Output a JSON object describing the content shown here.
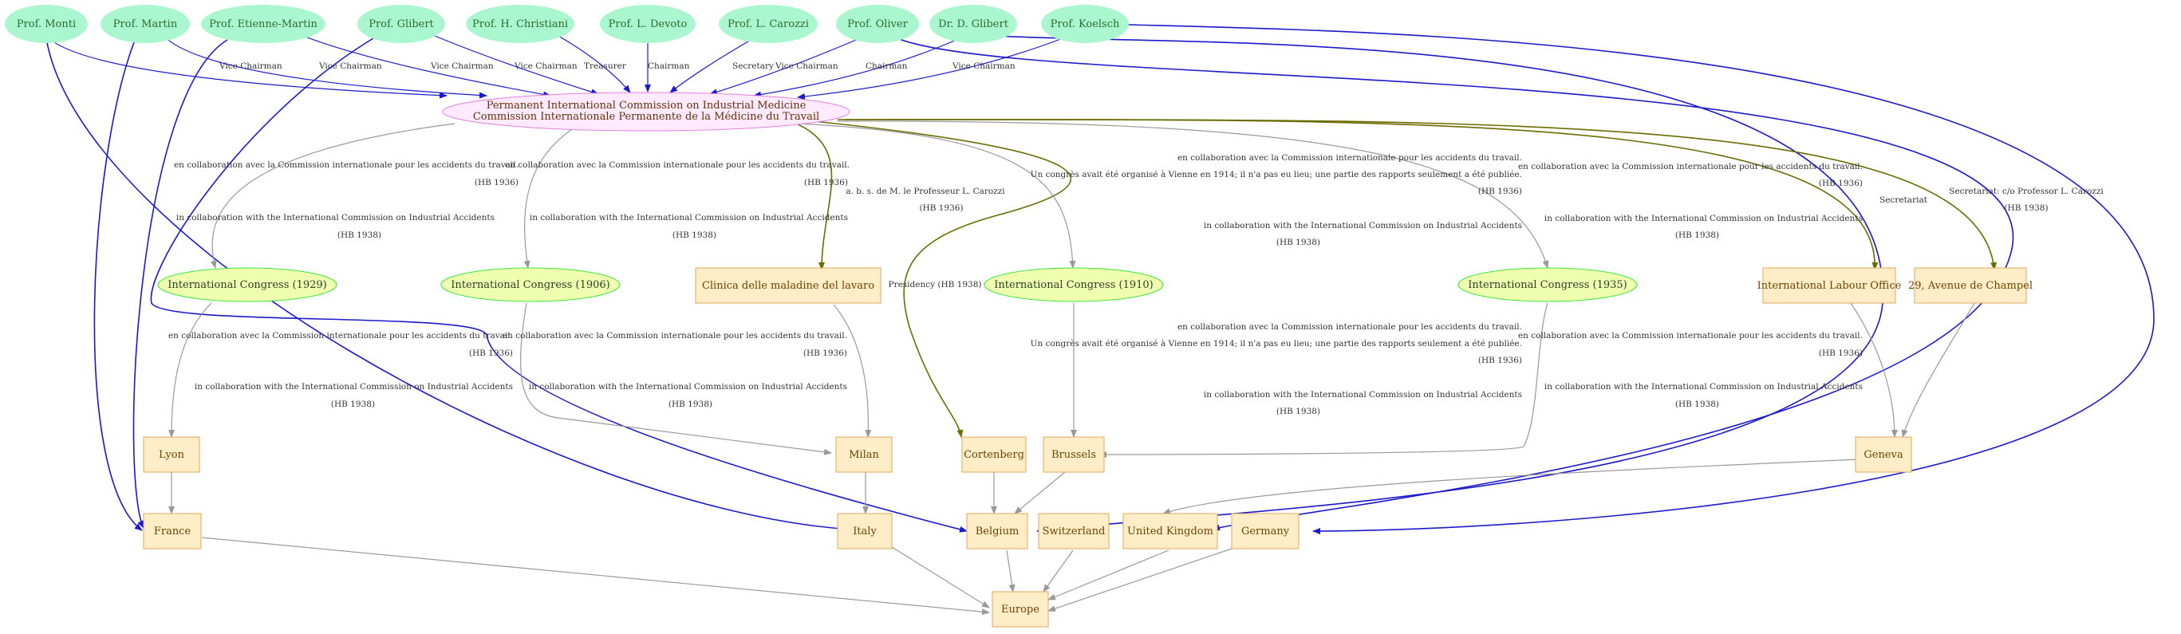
{
  "colors": {
    "person_fill": "#aaf7cf",
    "place_fill": "#ffedc8",
    "place_stroke": "#e0a85a",
    "event_fill": "#efffb0",
    "event_stroke": "#3ce63c",
    "org_fill": "#ffeaff",
    "org_stroke": "#e080e0",
    "edge_blue": "#1a1acc",
    "edge_olive": "#6b6b00",
    "edge_gray": "#999999"
  },
  "nodes": {
    "monti": "Prof. Monti",
    "martin": "Prof. Martin",
    "etienne_martin": "Prof. Etienne-Martin",
    "glibert": "Prof. Glibert",
    "christiani": "Prof. H. Christiani",
    "devoto": "Prof. L. Devoto",
    "carozzi": "Prof. L. Carozzi",
    "oliver": "Prof. Oliver",
    "d_glibert": "Dr. D. Glibert",
    "koelsch": "Prof. Koelsch",
    "commission_l1": "Permanent International Commission on Industrial Medicine",
    "commission_l2": "Commission Internationale Permanente de la Médicine du Travail",
    "congress_1929": "International Congress (1929)",
    "congress_1906": "International Congress (1906)",
    "clinica": "Clinica delle maladine del lavaro",
    "congress_1910": "International Congress (1910)",
    "congress_1935": "International Congress (1935)",
    "ilo": "International Labour Office",
    "champel": "29, Avenue de Champel",
    "lyon": "Lyon",
    "milan": "Milan",
    "cortenberg": "Cortenberg",
    "brussels": "Brussels",
    "geneva": "Geneva",
    "france": "France",
    "italy": "Italy",
    "belgium": "Belgium",
    "switzerland": "Switzerland",
    "united_kingdom": "United Kingdom",
    "germany": "Germany",
    "europe": "Europe"
  },
  "roles": {
    "vice_chairman": "Vice Chairman",
    "treasurer": "Treasurer",
    "chairman": "Chairman",
    "secretary": "Secretary",
    "secretariat": "Secretariat",
    "presidency": "Presidency (HB 1938)",
    "carozzi_l1": "a. b. s. de M. le Professeur L. Carozzi",
    "carozzi_l2": "(HB 1936)",
    "champel_l1": "Secretariat: c/o Professor L. Carozzi",
    "champel_l2": "(HB 1938)"
  },
  "collab": {
    "fr_1": "en collaboration avec la Commission internationale pour les accidents du travail.",
    "fr_2": "(HB 1936)",
    "en_1": "in collaboration with the  International Commission on Industrial Accidents",
    "en_2": "(HB 1938)",
    "vienna": "Un congrès avait été organisé à Vienne en 1914; il n'a pas eu lieu; une partie des rapports seulement a été publiée."
  }
}
